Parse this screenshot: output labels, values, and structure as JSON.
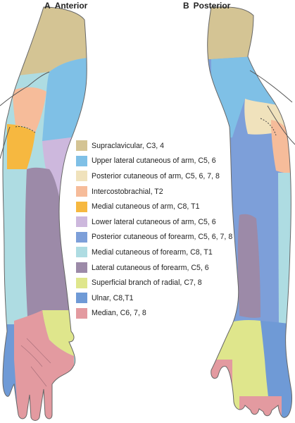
{
  "views": {
    "anterior": {
      "letter": "A",
      "label": "Anterior"
    },
    "posterior": {
      "letter": "B",
      "label": "Posterior"
    }
  },
  "legend": [
    {
      "key": "supraclavicular",
      "label": "Supraclavicular, C3, 4",
      "color": "#d4c494"
    },
    {
      "key": "upper-lateral-arm",
      "label": "Upper lateral cutaneous of arm, C5, 6",
      "color": "#7fc0e6"
    },
    {
      "key": "posterior-arm",
      "label": "Posterior cutaneous of arm, C5, 6, 7, 8",
      "color": "#f0e2bc"
    },
    {
      "key": "intercostobrachial",
      "label": "Intercostobrachial, T2",
      "color": "#f6bc9a"
    },
    {
      "key": "medial-arm",
      "label": "Medial cutaneous of arm, C8, T1",
      "color": "#f6b840"
    },
    {
      "key": "lower-lateral-arm",
      "label": "Lower lateral cutaneous of arm, C5, 6",
      "color": "#cdb8dd"
    },
    {
      "key": "posterior-forearm",
      "label": "Posterior cutaneous of forearm, C5, 6, 7, 8",
      "color": "#7d9fd9"
    },
    {
      "key": "medial-forearm",
      "label": "Medial cutaneous of forearm, C8, T1",
      "color": "#aedce2"
    },
    {
      "key": "lateral-forearm",
      "label": "Lateral cutaneous of forearm, C5, 6",
      "color": "#9c8aa8"
    },
    {
      "key": "superficial-radial",
      "label": "Superficial branch of radial, C7, 8",
      "color": "#dfe68c"
    },
    {
      "key": "ulnar",
      "label": "Ulnar, C8,T1",
      "color": "#6f9ad6"
    },
    {
      "key": "median",
      "label": "Median, C6, 7, 8",
      "color": "#e39aa0"
    }
  ]
}
